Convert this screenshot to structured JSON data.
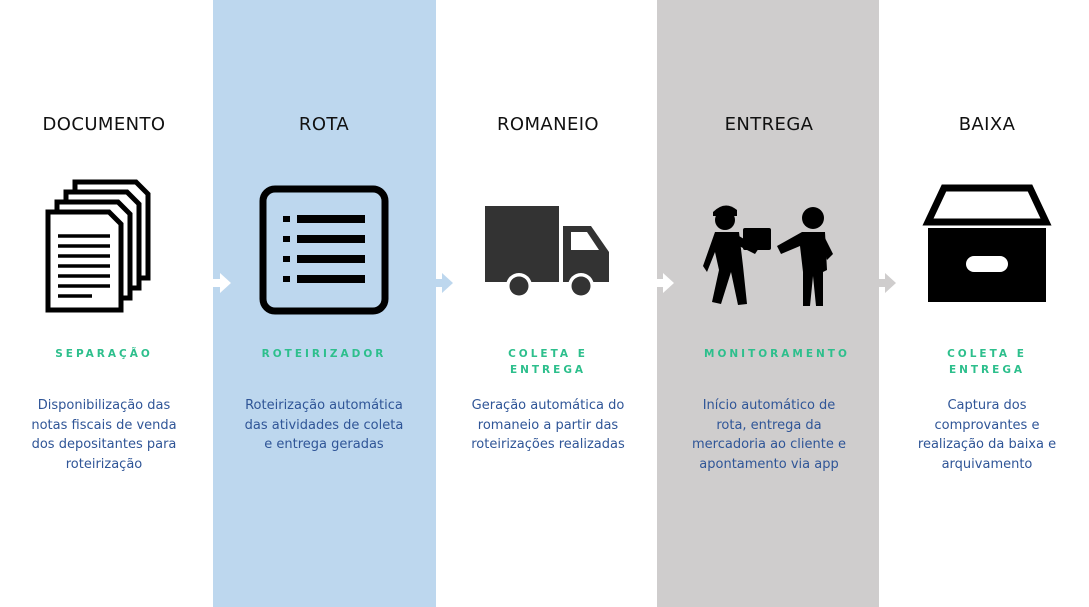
{
  "colors": {
    "band_blue": "#bdd7ee",
    "band_gray": "#cfcdcd",
    "step_label": "#2dbf8c",
    "description": "#2f5597",
    "title": "#111111",
    "icon": "#000000",
    "arrow": "#ffffff"
  },
  "columns": [
    {
      "title": "DOCUMENTO",
      "icon": "documents-icon",
      "step": "SEPARAÇÃO",
      "description": "Disponibilização das notas fiscais de venda dos depositantes para roteirização"
    },
    {
      "title": "ROTA",
      "icon": "list-icon",
      "step": "ROTEIRIZADOR",
      "description": "Roteirização automática das atividades de coleta e entrega geradas"
    },
    {
      "title": "ROMANEIO",
      "icon": "truck-icon",
      "step": "COLETA E ENTREGA",
      "description": "Geração automática do romaneio a partir das roteirizações realizadas"
    },
    {
      "title": "ENTREGA",
      "icon": "delivery-people-icon",
      "step": "MONITORAMENTO",
      "description": "Início automático de rota, entrega da mercadoria ao cliente e apontamento via app"
    },
    {
      "title": "BAIXA",
      "icon": "archive-box-icon",
      "step": "COLETA E ENTREGA",
      "description": "Captura dos comprovantes e realização da baixa e arquivamento"
    }
  ]
}
